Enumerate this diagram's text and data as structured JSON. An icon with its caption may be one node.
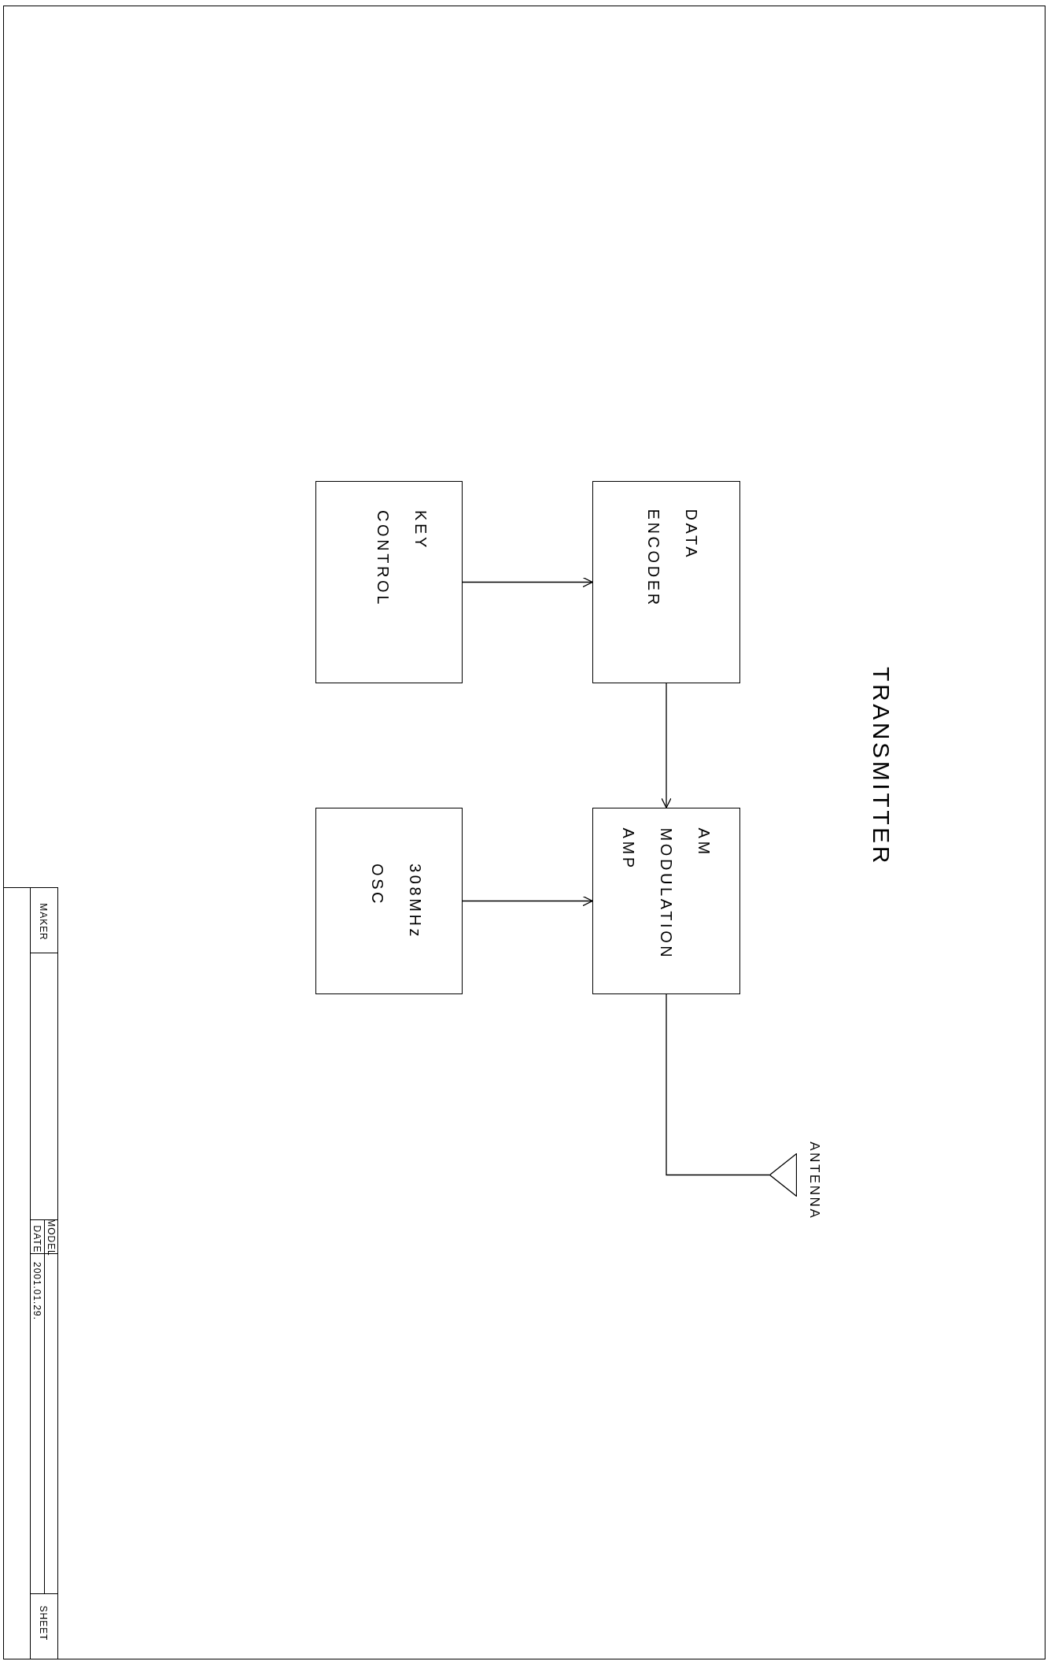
{
  "diagram": {
    "title": "TRANSMITTER",
    "nodes": [
      {
        "text": [
          "KEY CONTROL"
        ]
      },
      {
        "text": [
          "DATA ENCODER"
        ]
      },
      {
        "text": [
          "308MHz OSC"
        ]
      },
      {
        "text": [
          "AM MODULATION AMP"
        ]
      },
      {
        "text": [],
        "shape": "triangle",
        "beside": [
          "ANTENNA"
        ]
      }
    ],
    "edges": [
      {
        "from": 0,
        "to": 1,
        "arrow": "to"
      },
      {
        "from": 1,
        "to": 3,
        "arrow": "to"
      },
      {
        "from": 2,
        "to": 3,
        "arrow": "to"
      },
      {
        "from": 3,
        "to": 4,
        "arrow": "none"
      }
    ],
    "labels": [
      "MAKER",
      "MODEL",
      "DATE",
      "2001.01.29.",
      "SHEET"
    ]
  }
}
